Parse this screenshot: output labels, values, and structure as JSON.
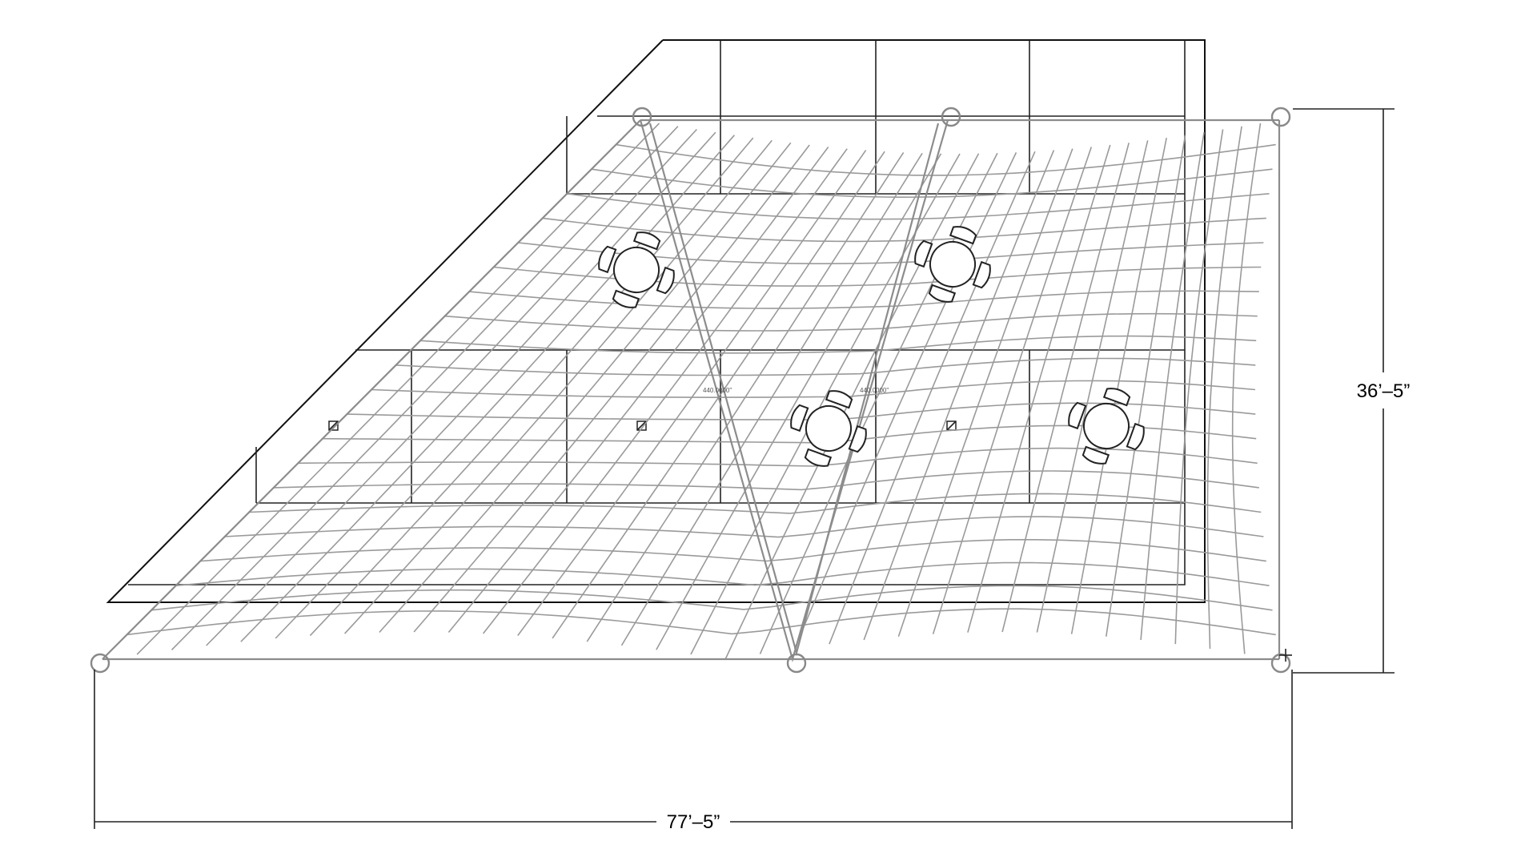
{
  "drawing": {
    "dimension_width": "77’–5”",
    "dimension_height": "36’–5”",
    "mast_label_left": "440.0000\"",
    "mast_label_right": "440.0000\""
  },
  "colors": {
    "plan_lines": "#111111",
    "mesh_lines": "#9a9a9a",
    "background": "#ffffff"
  },
  "symbols": [
    "table-with-four-chairs",
    "column-marker",
    "mast-anchor"
  ]
}
